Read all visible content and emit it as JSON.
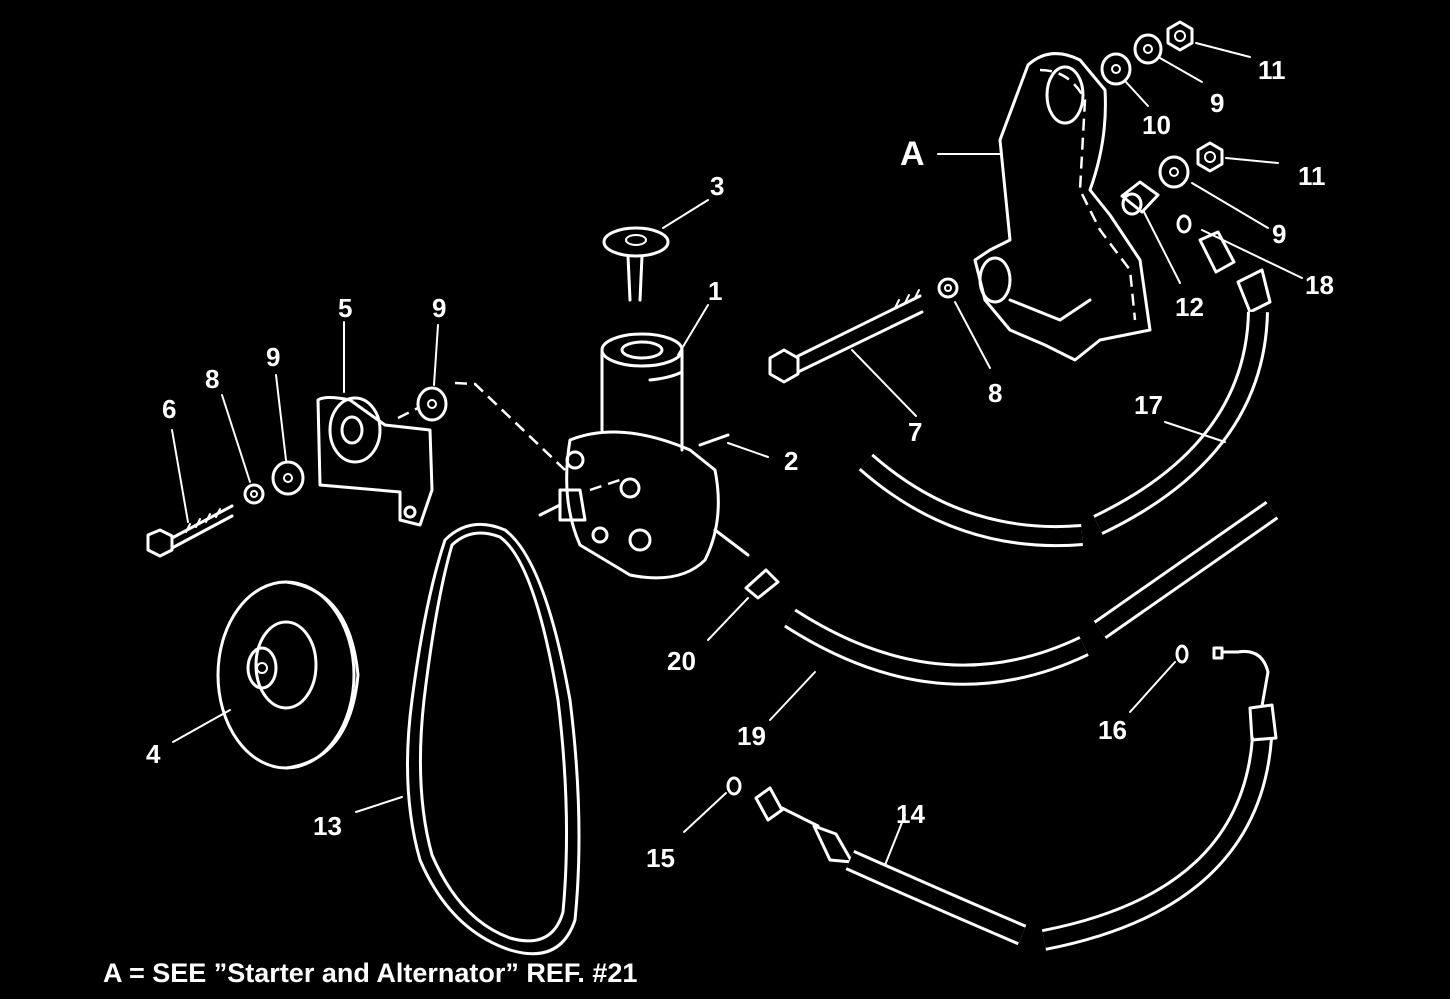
{
  "callouts": {
    "c1": "1",
    "c2": "2",
    "c3": "3",
    "c4": "4",
    "c5": "5",
    "c6": "6",
    "c7": "7",
    "c8a": "8",
    "c8b": "8",
    "c9a": "9",
    "c9b": "9",
    "c9c": "9",
    "c9d": "9",
    "c10": "10",
    "c11a": "11",
    "c11b": "11",
    "c12": "12",
    "c13": "13",
    "c14": "14",
    "c15": "15",
    "c16": "16",
    "c17": "17",
    "c18": "18",
    "c19": "19",
    "c20": "20",
    "cA": "A"
  },
  "footnote": "A = SEE ”Starter and Alternator” REF. #21"
}
